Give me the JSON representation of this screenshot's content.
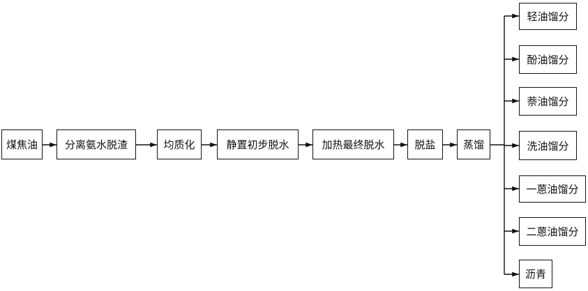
{
  "diagram": {
    "process_nodes": [
      {
        "id": "coal-tar",
        "label": "煤焦油"
      },
      {
        "id": "ammonia-water-slag-removal",
        "label": "分离氨水脱渣"
      },
      {
        "id": "homogenization",
        "label": "均质化"
      },
      {
        "id": "static-initial-dehydration",
        "label": "静置初步脱水"
      },
      {
        "id": "heating-final-dehydration",
        "label": "加热最终脱水"
      },
      {
        "id": "desalting",
        "label": "脱盐"
      },
      {
        "id": "distillation",
        "label": "蒸馏"
      }
    ],
    "product_nodes": [
      {
        "id": "light-oil-fraction",
        "label": "轻油馏分"
      },
      {
        "id": "phenol-oil-fraction",
        "label": "酚油馏分"
      },
      {
        "id": "naphthalene-oil-fraction",
        "label": "萘油馏分"
      },
      {
        "id": "wash-oil-fraction",
        "label": "洗油馏分"
      },
      {
        "id": "first-anthracene-oil-fraction",
        "label": "一蒽油馏分"
      },
      {
        "id": "second-anthracene-oil-fraction",
        "label": "二蒽油馏分"
      },
      {
        "id": "pitch",
        "label": "沥青"
      }
    ],
    "colors": {
      "line": "#111111",
      "box_border": "#111111",
      "text": "#111111"
    }
  }
}
